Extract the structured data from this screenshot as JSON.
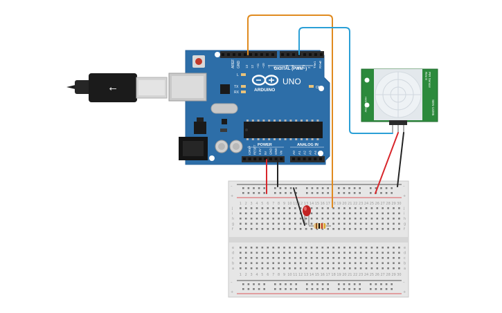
{
  "arduino": {
    "brand": "ARDUINO",
    "model": "UNO",
    "header_digital": "DIGITAL (PWM~)",
    "header_power": "POWER",
    "header_analog": "ANALOG IN",
    "aref": "AREF",
    "gnd_top": "GND",
    "digital_pins": [
      "13",
      "12",
      "~11",
      "~10",
      "~9",
      "8",
      "7",
      "~6",
      "~5",
      "4",
      "~3",
      "2",
      "TX▸1",
      "RX◂0"
    ],
    "power_pins": [
      "IOREF",
      "RESET",
      "3.3V",
      "5V",
      "GND",
      "GND",
      "Vin"
    ],
    "analog_pins": [
      "A0",
      "A1",
      "A2",
      "A3",
      "A4",
      "A5"
    ],
    "led_l": "L",
    "led_tx": "TX",
    "led_rx": "RX",
    "led_on": "ON",
    "colors": {
      "board": "#2d6ea8",
      "board_dark": "#1f4f7a",
      "header": "#2b2b2b"
    }
  },
  "pir_sensor": {
    "label_side": "PIR Sensor",
    "label_side2": "Rev 8",
    "label_code": "SEN-13285",
    "label_small": "HIGH / LOW",
    "board_color": "#2c8a3c",
    "dome_color": "#e9eef1"
  },
  "breadboard": {
    "rail_minus": "–",
    "rail_plus": "+",
    "row_letters_top": [
      "j",
      "i",
      "h",
      "g",
      "f"
    ],
    "row_letters_bottom": [
      "e",
      "d",
      "c",
      "b",
      "a"
    ],
    "column_numbers": [
      "1",
      "2",
      "3",
      "4",
      "5",
      "6",
      "7",
      "8",
      "9",
      "10",
      "11",
      "12",
      "13",
      "14",
      "15",
      "16",
      "17",
      "18",
      "19",
      "20",
      "21",
      "22",
      "23",
      "24",
      "25",
      "26",
      "27",
      "28",
      "29",
      "30"
    ]
  },
  "usb_cable": {
    "color": "#1e1e1e",
    "plug_color": "#cfcfcf"
  },
  "wires": {
    "orange": "#e08a1e",
    "blue": "#2a9fd6",
    "red": "#d8262b",
    "black": "#222222"
  },
  "led": {
    "color": "#c22222"
  },
  "resistor": {
    "body_color": "#e7c98b",
    "bands": [
      "#8b4a1c",
      "#111111",
      "#c0392b",
      "#d4a017"
    ]
  }
}
